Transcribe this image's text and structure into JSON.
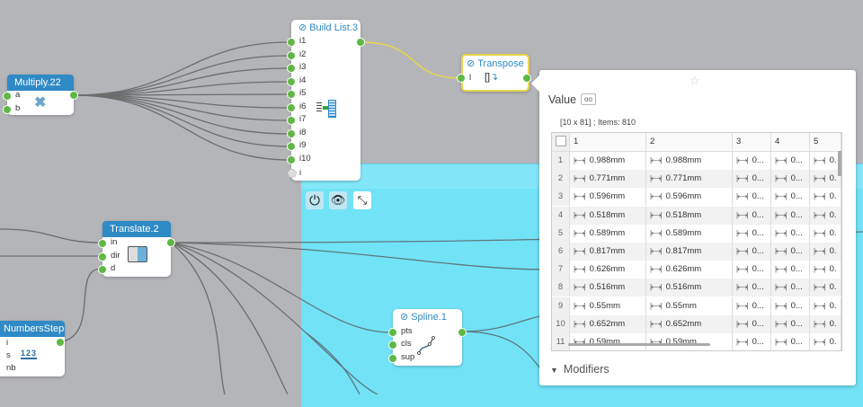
{
  "nodes": {
    "multiply": {
      "title": "Multiply.22",
      "inputs": [
        "a",
        "b"
      ],
      "icon": "multiply-x-icon"
    },
    "build_list": {
      "title": "Build List.3",
      "inputs": [
        "i1",
        "i2",
        "i3",
        "i4",
        "i5",
        "i6",
        "i7",
        "i8",
        "i9",
        "i10"
      ],
      "extra_input": "i",
      "icon": "build-list-icon"
    },
    "transpose": {
      "title": "Transpose",
      "inputs": [
        "l"
      ],
      "icon": "transpose-icon"
    },
    "translate": {
      "title": "Translate.2",
      "inputs": [
        "in",
        "dir",
        "d"
      ],
      "icon": "translate-cube-icon"
    },
    "numbers_step": {
      "title": "NumbersStep",
      "inputs": [
        "i",
        "s",
        "nb"
      ],
      "icon_text": "123"
    },
    "spline": {
      "title": "Spline.1",
      "inputs": [
        "pts",
        "cls",
        "sup"
      ],
      "icon": "spline-curve-icon"
    }
  },
  "group_toolbar": {
    "power": "power-icon",
    "visibility": "eye-icon",
    "collapse": "collapse-arrows-icon"
  },
  "value_panel": {
    "title": "Value",
    "info": "[10 x 81] ; Items: 810",
    "columns": [
      "1",
      "2",
      "3",
      "4",
      "5"
    ],
    "rows": [
      {
        "index": "1",
        "c1": "0.988mm",
        "c2": "0.988mm",
        "c3": "0...",
        "c4": "0...",
        "c5": "0."
      },
      {
        "index": "2",
        "c1": "0.771mm",
        "c2": "0.771mm",
        "c3": "0...",
        "c4": "0...",
        "c5": "0."
      },
      {
        "index": "3",
        "c1": "0.596mm",
        "c2": "0.596mm",
        "c3": "0...",
        "c4": "0...",
        "c5": "0."
      },
      {
        "index": "4",
        "c1": "0.518mm",
        "c2": "0.518mm",
        "c3": "0...",
        "c4": "0...",
        "c5": "0."
      },
      {
        "index": "5",
        "c1": "0.589mm",
        "c2": "0.589mm",
        "c3": "0...",
        "c4": "0...",
        "c5": "0."
      },
      {
        "index": "6",
        "c1": "0.817mm",
        "c2": "0.817mm",
        "c3": "0...",
        "c4": "0...",
        "c5": "0."
      },
      {
        "index": "7",
        "c1": "0.626mm",
        "c2": "0.626mm",
        "c3": "0...",
        "c4": "0...",
        "c5": "0."
      },
      {
        "index": "8",
        "c1": "0.516mm",
        "c2": "0.516mm",
        "c3": "0...",
        "c4": "0...",
        "c5": "0."
      },
      {
        "index": "9",
        "c1": "0.55mm",
        "c2": "0.55mm",
        "c3": "0...",
        "c4": "0...",
        "c5": "0."
      },
      {
        "index": "10",
        "c1": "0.652mm",
        "c2": "0.652mm",
        "c3": "0...",
        "c4": "0...",
        "c5": "0."
      },
      {
        "index": "11",
        "c1": "0.59mm",
        "c2": "0.59mm",
        "c3": "0...",
        "c4": "0...",
        "c5": "0."
      }
    ],
    "modifiers_label": "Modifiers"
  },
  "colors": {
    "canvas": "#b4b5b8",
    "group": "#72e2f7",
    "node_header": "#2f8ac6",
    "port": "#5fb845",
    "selected_wire": "#e8d64a"
  }
}
